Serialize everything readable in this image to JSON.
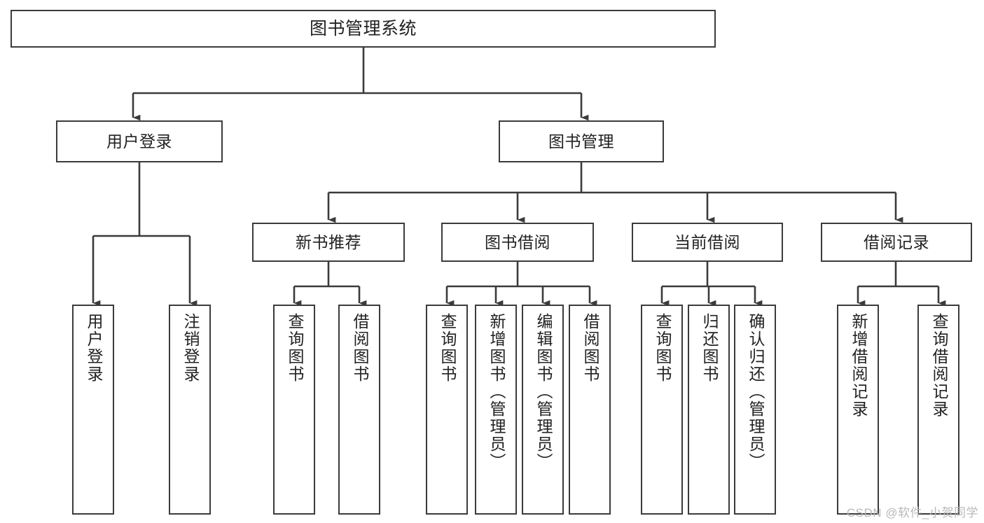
{
  "diagram": {
    "title": "图书管理系统",
    "type": "tree-hierarchy",
    "watermark": "CSDN @软件_小贺同学",
    "colors": {
      "stroke": "#3b3b3b",
      "fill": "#ffffff",
      "text": "#222222",
      "watermark": "#b9b9b9"
    },
    "levels": {
      "root": {
        "label": "图书管理系统"
      },
      "level1": [
        {
          "label": "用户登录"
        },
        {
          "label": "图书管理"
        }
      ],
      "level2": [
        {
          "label": "新书推荐"
        },
        {
          "label": "图书借阅"
        },
        {
          "label": "当前借阅"
        },
        {
          "label": "借阅记录"
        }
      ],
      "leaves": {
        "user_login": [
          {
            "label": "用户登录"
          },
          {
            "label": "注销登录"
          }
        ],
        "new_book_recommend": [
          {
            "label": "查询图书"
          },
          {
            "label": "借阅图书"
          }
        ],
        "book_borrow": [
          {
            "label": "查询图书"
          },
          {
            "label": "新增图书（管理员）"
          },
          {
            "label": "编辑图书（管理员）"
          },
          {
            "label": "借阅图书"
          }
        ],
        "current_borrow": [
          {
            "label": "查询图书"
          },
          {
            "label": "归还图书"
          },
          {
            "label": "确认归还（管理员）"
          }
        ],
        "borrow_record": [
          {
            "label": "新增借阅记录"
          },
          {
            "label": "查询借阅记录"
          }
        ]
      }
    }
  }
}
